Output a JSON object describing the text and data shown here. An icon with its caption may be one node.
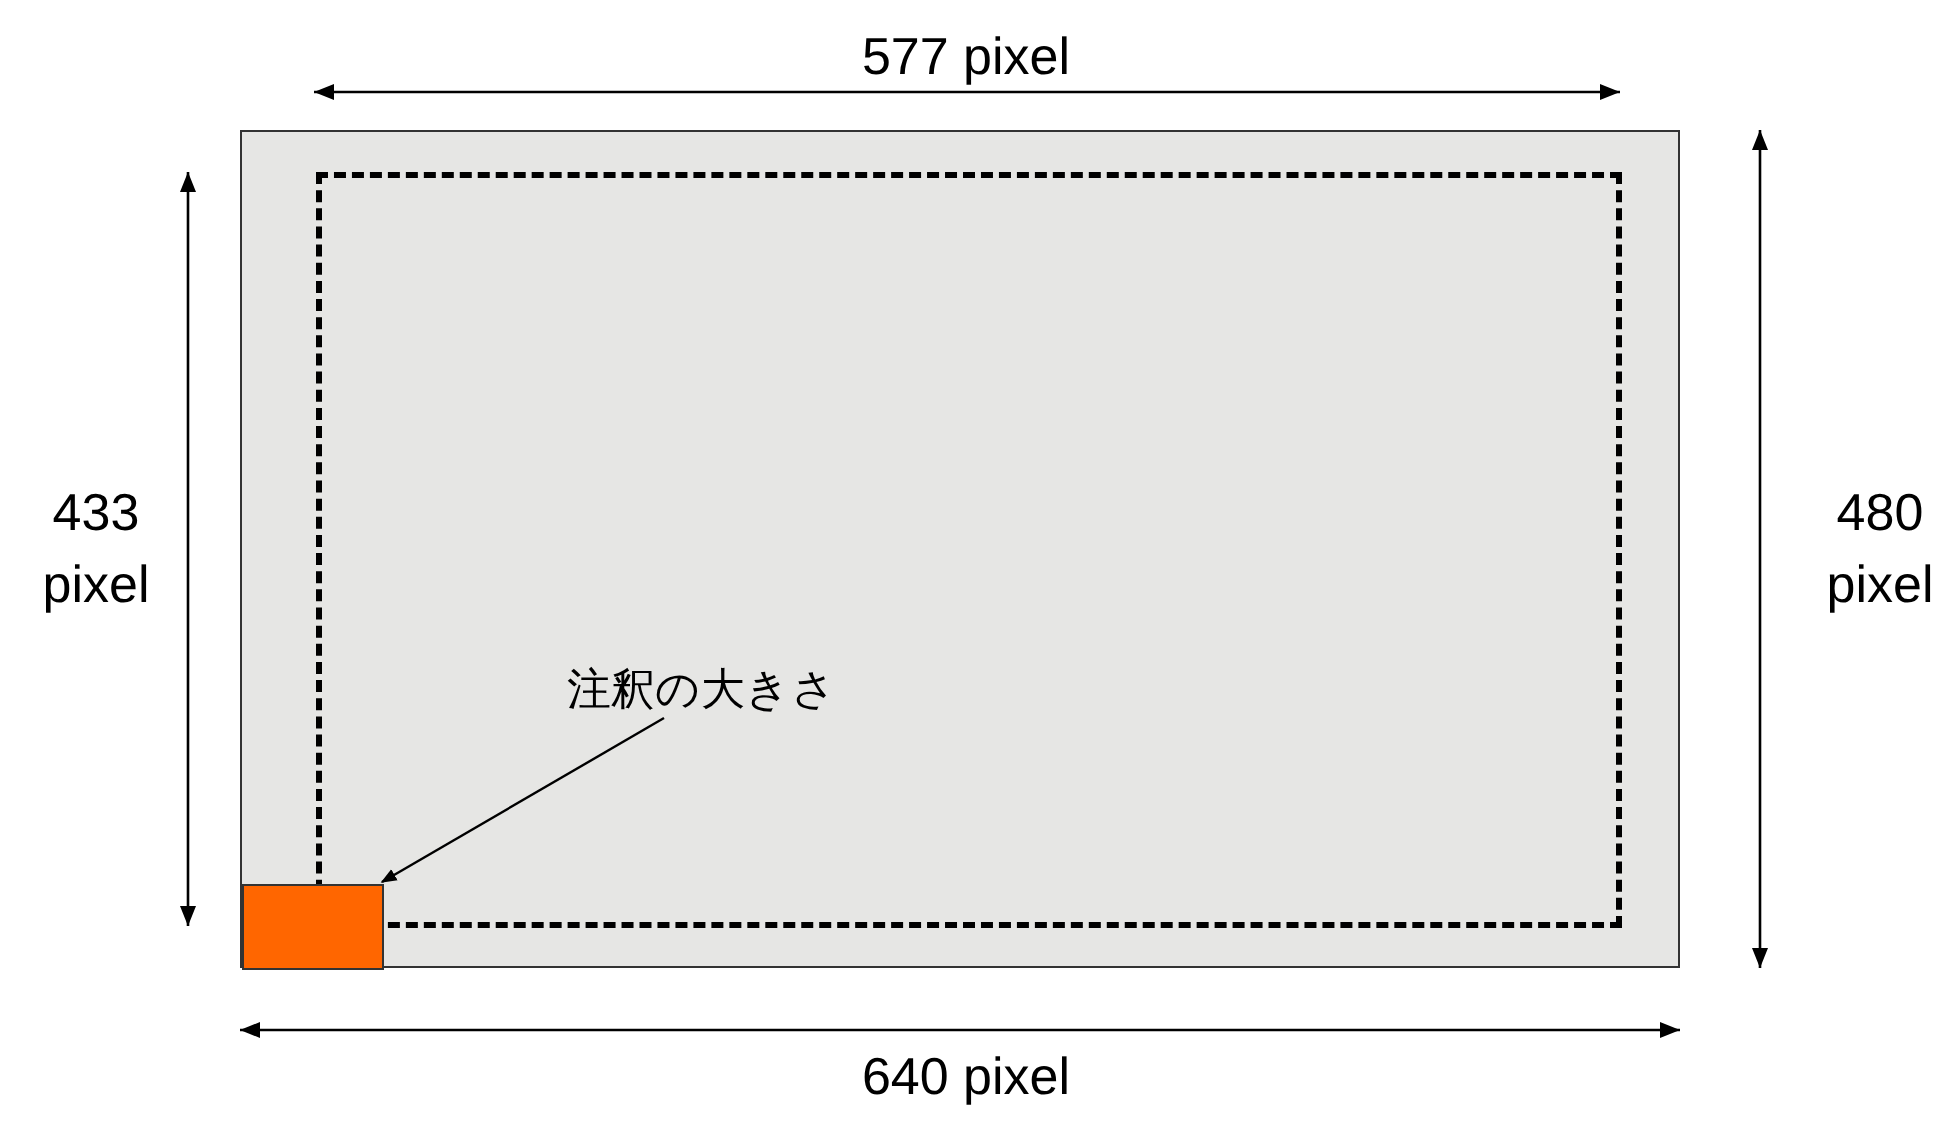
{
  "diagram": {
    "nodes": [
      {
        "text": [],
        "shape": "box"
      },
      {
        "text": [],
        "shape": "box",
        "in": 0
      },
      {
        "text": [],
        "shape": "box",
        "in": 0
      },
      {
        "text": [
          "注釈の大きさ"
        ],
        "in": 1
      }
    ],
    "edges": [
      {
        "from": 3,
        "to": 2,
        "arrow": "to"
      }
    ],
    "labels": [
      "577 pixel",
      "433 pixel",
      "480 pixel",
      "640 pixel"
    ]
  }
}
